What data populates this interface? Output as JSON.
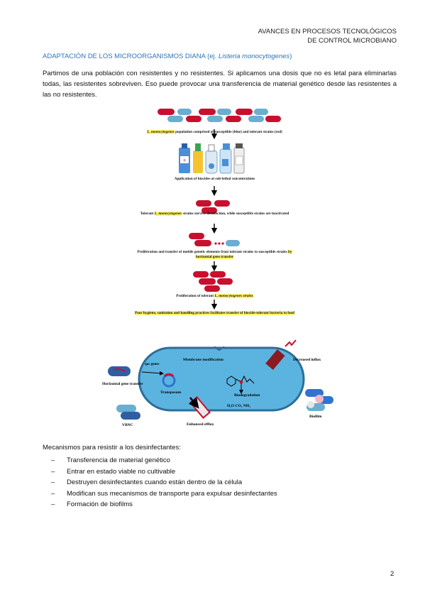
{
  "header": {
    "line1": "AVANCES EN PROCESOS TECNOLÓGICOS",
    "line2": "DE CONTROL MICROBIANO"
  },
  "section_title": {
    "prefix": "ADAPTACIÓN DE LOS MICROORGANISMOS DIANA (ej. ",
    "italic": "Listeria monocytogenes",
    "suffix": ")"
  },
  "intro": "Partimos de una población con resistentes y no resistentes. Si aplicamos una dosis que no es letal para eliminarlas todas, las resistentes sobreviven. Eso puede provocar una transferencia de material genético desde las resistentes a las no resistentes.",
  "figure1": {
    "cap1_hl": "L. monocytogenes",
    "cap1": " population comprised of susceptible (blue) and tolerant  strains (red)",
    "cap2": "Application of biocides at sub-lethal concentrations",
    "cap3_a": "Tolerant ",
    "cap3_hl": "L. monocytogenes",
    "cap3_b": " strains survive disinfection, while susceptible strains are inactivated",
    "cap4_a": "Proliferation and transfer of mobile genetic elements from tolerant strains to susceptible strains ",
    "cap4_hl": "by horizontal gene transfer",
    "cap5_a": "Proliferation of tolerant ",
    "cap5_hl": "L. monocytogenes strains",
    "cap6_hl": "Poor hygiene, sanitation and handling practices facilitates transfer of biocide-tolerant bacteria to food"
  },
  "figure2": {
    "membrane": "Membrane modification",
    "decreased_influx": "Decreased influx",
    "qac": "qac genes",
    "transposons": "Transposons",
    "horizontal": "Horizontal gene transfer",
    "biodegradation": "Biodegradation",
    "products": "H₂O  CO₂  NH₃",
    "efflux": "Enhanced efflux",
    "vbnc": "VBNC",
    "biofilm": "Biofilm"
  },
  "colors": {
    "susceptible": "#6aaed0",
    "tolerant": "#c8102e",
    "cell": "#5bb4e0",
    "title": "#2e74b5",
    "highlight": "#fff36b"
  },
  "mechanisms_title": "Mecanismos para resistir a los desinfectantes:",
  "mechanisms": [
    "Transferencia de material genético",
    "Entrar en estado viable no cultivable",
    "Destruyen desinfectantes cuando están dentro de la célula",
    "Modifican sus mecanismos de transporte para expulsar desinfectantes",
    "Formación de biofilms"
  ],
  "page_number": "2"
}
